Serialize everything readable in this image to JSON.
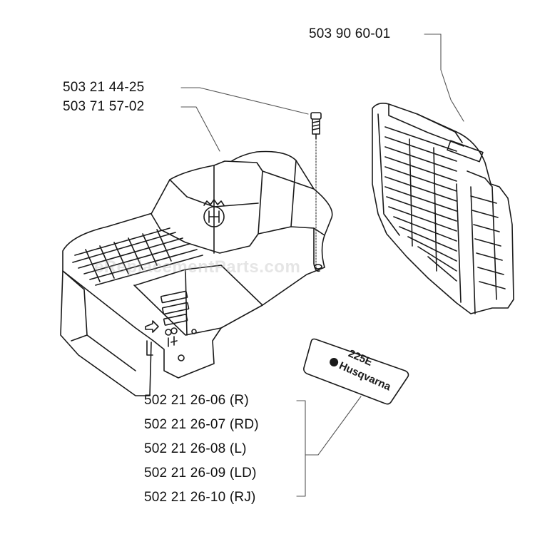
{
  "parts": {
    "grille_part": "503 90 60-01",
    "screw_part": "503 21 44-25",
    "cover_part": "503 71 57-02",
    "decal_parts": [
      "502 21 26-06 (R)",
      "502 21 26-07 (RD)",
      "502 21 26-08 (L)",
      "502 21 26-09 (LD)",
      "502 21 26-10 (RJ)"
    ]
  },
  "decal": {
    "model": "225E",
    "brand": "Husqvarna"
  },
  "watermark": "eReplacementParts.com",
  "colors": {
    "line": "#1a1a1a",
    "leader": "#555555",
    "background": "#ffffff"
  }
}
